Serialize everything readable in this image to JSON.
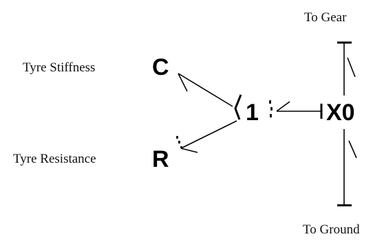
{
  "labels": {
    "to_gear": "To Gear",
    "tyre_stiffness": "Tyre Stiffness",
    "tyre_resistance": "Tyre Resistance",
    "to_ground": "To Ground"
  },
  "elements": {
    "capacitor": "C",
    "resistor": "R",
    "junction": "1",
    "source": "X0"
  }
}
